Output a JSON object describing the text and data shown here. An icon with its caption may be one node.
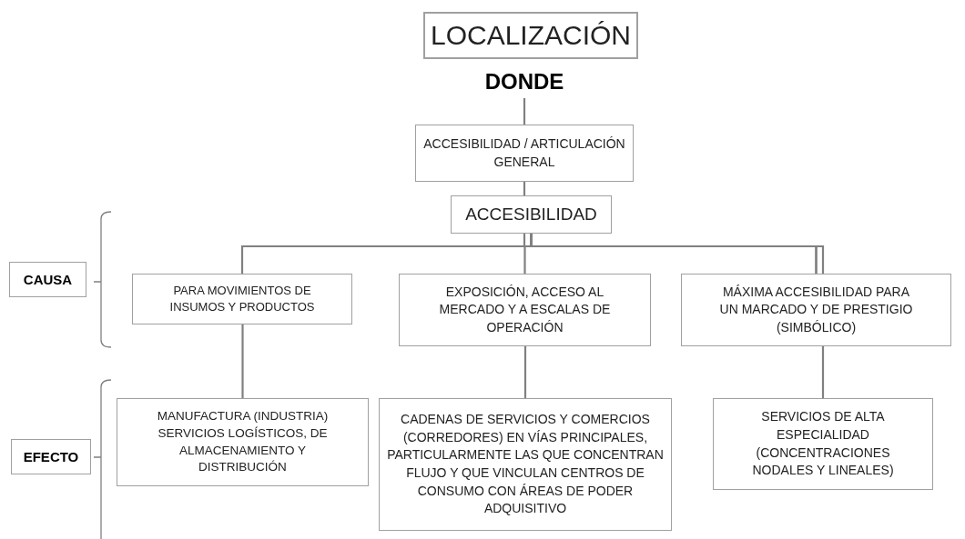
{
  "diagram": {
    "nodes": [
      {
        "text": [
          "LOCALIZACIÓN"
        ]
      },
      {
        "text": [
          "DONDE"
        ]
      },
      {
        "text": [
          "ACCESIBILIDAD / ARTICULACIÓN GENERAL"
        ]
      },
      {
        "text": [
          "ACCESIBILIDAD"
        ]
      },
      {
        "text": [
          "CAUSA"
        ]
      },
      {
        "text": [
          "PARA MOVIMIENTOS DE INSUMOS Y PRODUCTOS"
        ]
      },
      {
        "text": [
          "EXPOSICIÓN, ACCESO AL MERCADO Y A ESCALAS DE OPERACIÓN"
        ]
      },
      {
        "text": [
          "MÁXIMA ACCESIBILIDAD PARA UN MARCADO Y DE PRESTIGIO (SIMBÓLICO)"
        ]
      },
      {
        "text": [
          "EFECTO"
        ]
      },
      {
        "text": [
          "MANUFACTURA (INDUSTRIA) SERVICIOS LOGÍSTICOS, DE ALMACENAMIENTO Y DISTRIBUCIÓN"
        ]
      },
      {
        "text": [
          "CADENAS DE SERVICIOS Y COMERCIOS (CORREDORES) EN VÍAS PRINCIPALES, PARTICULARMENTE LAS QUE CONCENTRAN FLUJO Y QUE VINCULAN CENTROS DE CONSUMO CON ÁREAS DE PODER ADQUISITIVO"
        ]
      },
      {
        "text": [
          "SERVICIOS DE ALTA ESPECIALIDAD (CONCENTRACIONES NODALES Y LINEALES)"
        ]
      }
    ],
    "edges": [
      {
        "from": 1,
        "to": 2,
        "arrow": "none"
      },
      {
        "from": 2,
        "to": 3,
        "arrow": "none"
      },
      {
        "from": 3,
        "to": 5,
        "arrow": "none"
      },
      {
        "from": 3,
        "to": 6,
        "arrow": "none"
      },
      {
        "from": 3,
        "to": 7,
        "arrow": "none"
      },
      {
        "from": 5,
        "to": 9,
        "arrow": "none"
      },
      {
        "from": 6,
        "to": 10,
        "arrow": "none"
      },
      {
        "from": 7,
        "to": 11,
        "arrow": "none"
      }
    ]
  }
}
